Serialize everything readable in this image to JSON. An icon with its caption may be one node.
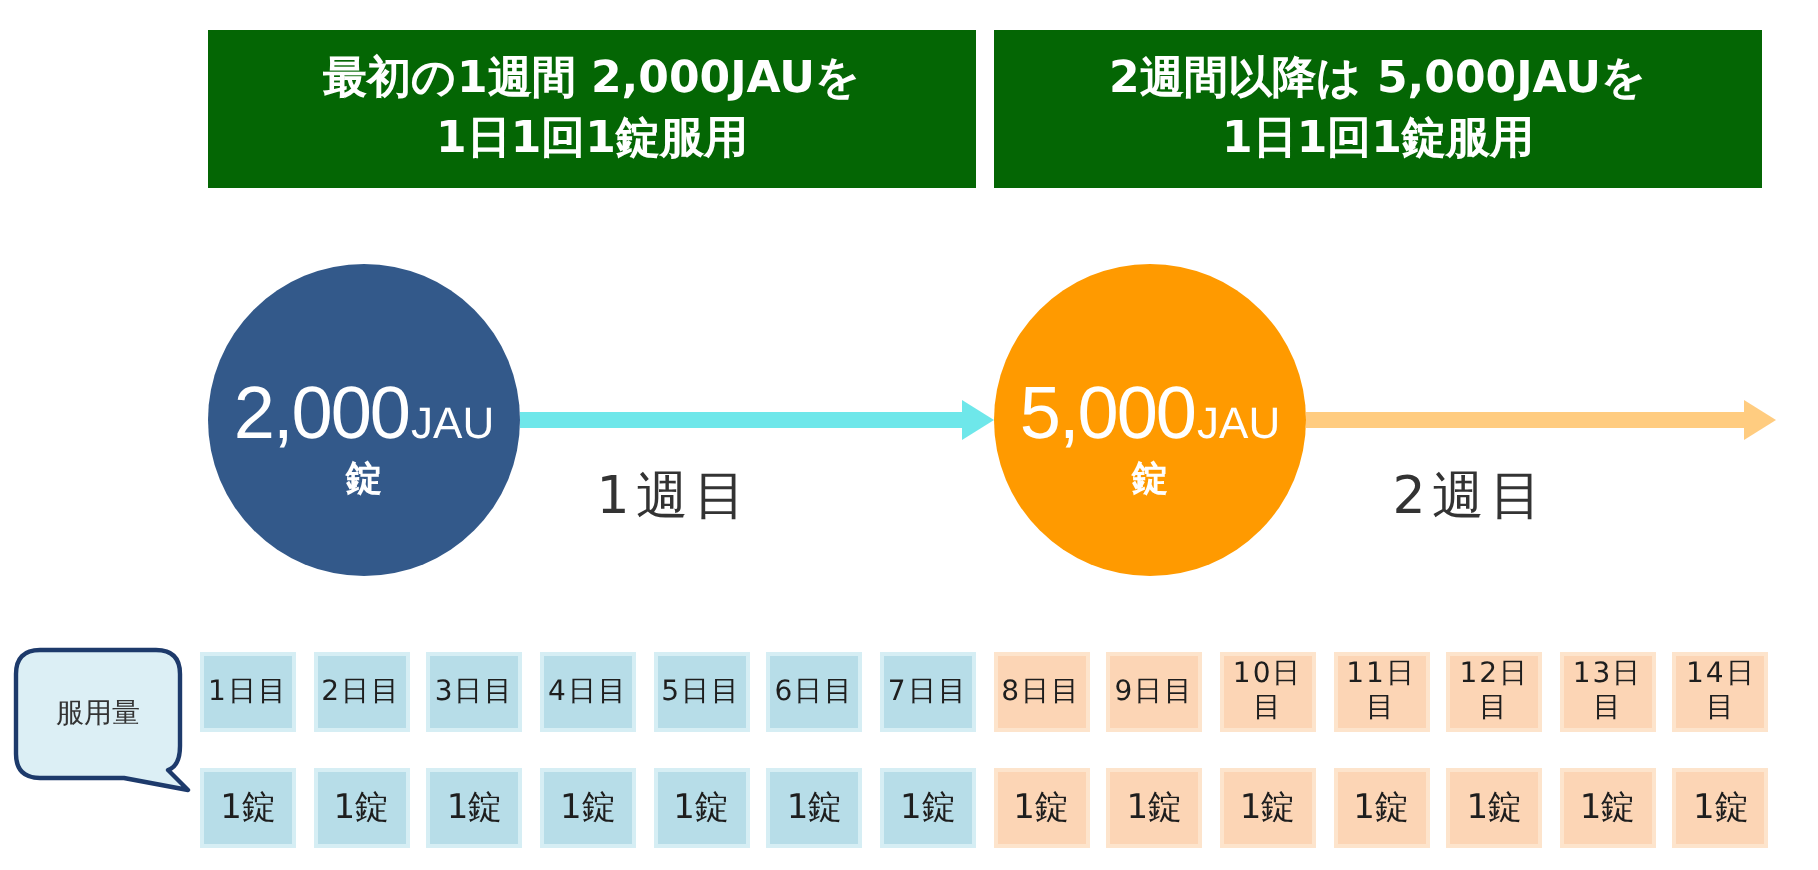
{
  "diagram": {
    "nodes": [
      {
        "text": [
          "最初の1週間 2,000JAUを1日1回1錠服用"
        ]
      },
      {
        "text": [
          "2週間以降は 5,000JAUを1日1回1錠服用"
        ]
      },
      {
        "text": [
          "2,000",
          "JAU",
          "錠"
        ]
      },
      {
        "text": [
          "5,000",
          "JAU",
          "錠"
        ]
      },
      {
        "text": [
          "服用量"
        ]
      },
      {
        "text": [
          "1日目"
        ]
      },
      {
        "text": [
          "2日目"
        ]
      },
      {
        "text": [
          "3日目"
        ]
      },
      {
        "text": [
          "4日目"
        ]
      },
      {
        "text": [
          "5日目"
        ]
      },
      {
        "text": [
          "6日目"
        ]
      },
      {
        "text": [
          "7日目"
        ]
      },
      {
        "text": [
          "8日目"
        ]
      },
      {
        "text": [
          "9日目"
        ]
      },
      {
        "text": [
          "10日目"
        ]
      },
      {
        "text": [
          "11日目"
        ]
      },
      {
        "text": [
          "12日目"
        ]
      },
      {
        "text": [
          "13日目"
        ]
      },
      {
        "text": [
          "14日目"
        ]
      },
      {
        "text": [
          "1錠"
        ]
      },
      {
        "text": [
          "1錠"
        ]
      },
      {
        "text": [
          "1錠"
        ]
      },
      {
        "text": [
          "1錠"
        ]
      },
      {
        "text": [
          "1錠"
        ]
      },
      {
        "text": [
          "1錠"
        ]
      },
      {
        "text": [
          "1錠"
        ]
      },
      {
        "text": [
          "1錠"
        ]
      },
      {
        "text": [
          "1錠"
        ]
      },
      {
        "text": [
          "1錠"
        ]
      },
      {
        "text": [
          "1錠"
        ]
      },
      {
        "text": [
          "1錠"
        ]
      },
      {
        "text": [
          "1錠"
        ]
      },
      {
        "text": [
          "1錠"
        ]
      }
    ],
    "edges": [
      {
        "from": 2,
        "to": 3,
        "arrow": "to",
        "label": "1週目",
        "color": "#6ee7ea"
      },
      {
        "from": 3,
        "to": null,
        "arrow": "to",
        "label": "2週目",
        "color": "#ffcc80"
      }
    ]
  }
}
